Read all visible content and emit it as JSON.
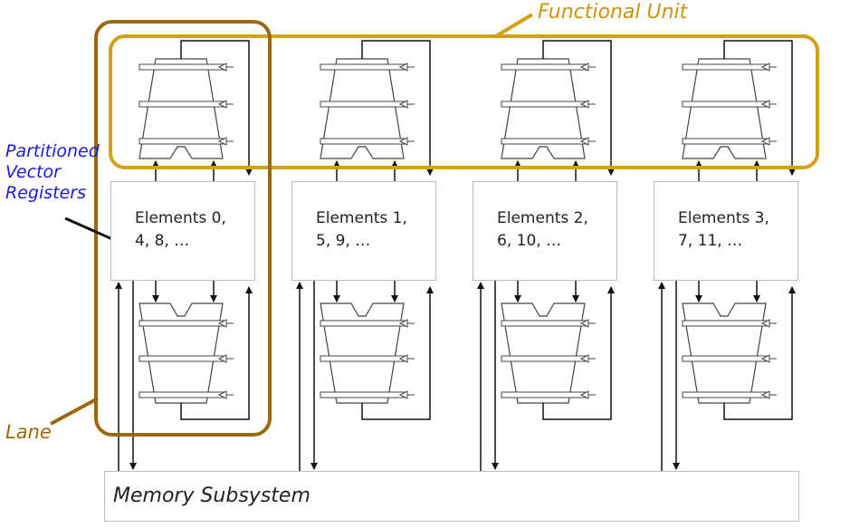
{
  "labels": {
    "functional_unit": "Functional Unit",
    "partitioned_vector_registers": "Partitioned\nVector\nRegisters",
    "lane": "Lane",
    "memory_subsystem": "Memory Subsystem"
  },
  "lanes": [
    {
      "elements": "Elements 0,\n4, 8, …"
    },
    {
      "elements": "Elements 1,\n5, 9, …"
    },
    {
      "elements": "Elements 2,\n6, 10, …"
    },
    {
      "elements": "Elements 3,\n7, 11, …"
    }
  ],
  "colors": {
    "functional_unit": "#d4a017",
    "lane": "#9a6810",
    "pointer": "#1a1ad6",
    "wire": "#111111"
  }
}
